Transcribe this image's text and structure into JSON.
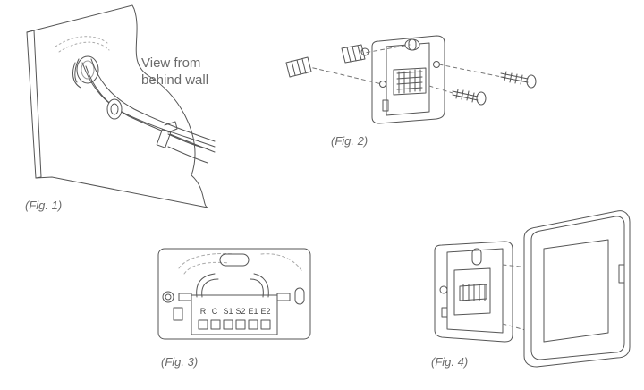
{
  "figures": {
    "fig1": {
      "caption": "(Fig. 1)",
      "note_line1": "View from",
      "note_line2": "behind wall"
    },
    "fig2": {
      "caption": "(Fig. 2)"
    },
    "fig3": {
      "caption": "(Fig. 3)",
      "terminals": [
        "R",
        "C",
        "S1",
        "S2",
        "E1",
        "E2"
      ]
    },
    "fig4": {
      "caption": "(Fig. 4)"
    }
  },
  "colors": {
    "line": "#555555",
    "light_line": "#aaaaaa",
    "background": "#ffffff"
  }
}
